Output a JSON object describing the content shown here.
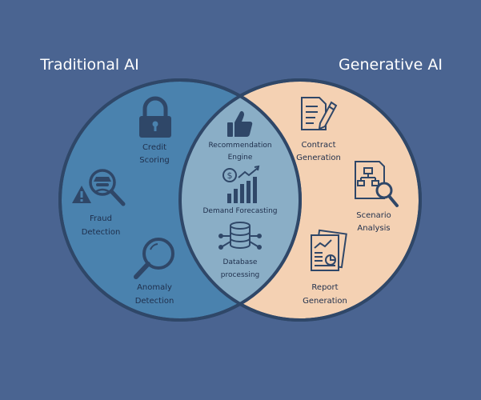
{
  "colors": {
    "background": "#4a6491",
    "left_circle": "#4a82ae",
    "right_circle": "#f4d1b3",
    "overlap": "#8aaec6",
    "outline": "#2f4768",
    "icon": "#2f4768"
  },
  "sets": {
    "left": {
      "title": "Traditional AI"
    },
    "right": {
      "title": "Generative AI"
    }
  },
  "items": {
    "credit": {
      "icon": "lock-icon",
      "line1": "Credit",
      "line2": "Scoring"
    },
    "fraud": {
      "icon": "fraud-detective-icon",
      "line1": "Fraud",
      "line2": "Detection"
    },
    "anomaly": {
      "icon": "magnifier-icon",
      "line1": "Anomaly",
      "line2": "Detection"
    },
    "recommendation": {
      "icon": "thumbs-up-icon",
      "line1": "Recommendation",
      "line2": "Engine"
    },
    "demand": {
      "icon": "dollar-growth-chart-icon",
      "line1": "Demand Forecasting"
    },
    "database": {
      "icon": "database-icon",
      "line1": "Database",
      "line2": "processing"
    },
    "contract": {
      "icon": "document-pen-icon",
      "line1": "Contract",
      "line2": "Generation"
    },
    "scenario": {
      "icon": "flowchart-search-icon",
      "line1": "Scenario",
      "line2": "Analysis"
    },
    "report": {
      "icon": "report-charts-icon",
      "line1": "Report",
      "line2": "Generation"
    }
  }
}
